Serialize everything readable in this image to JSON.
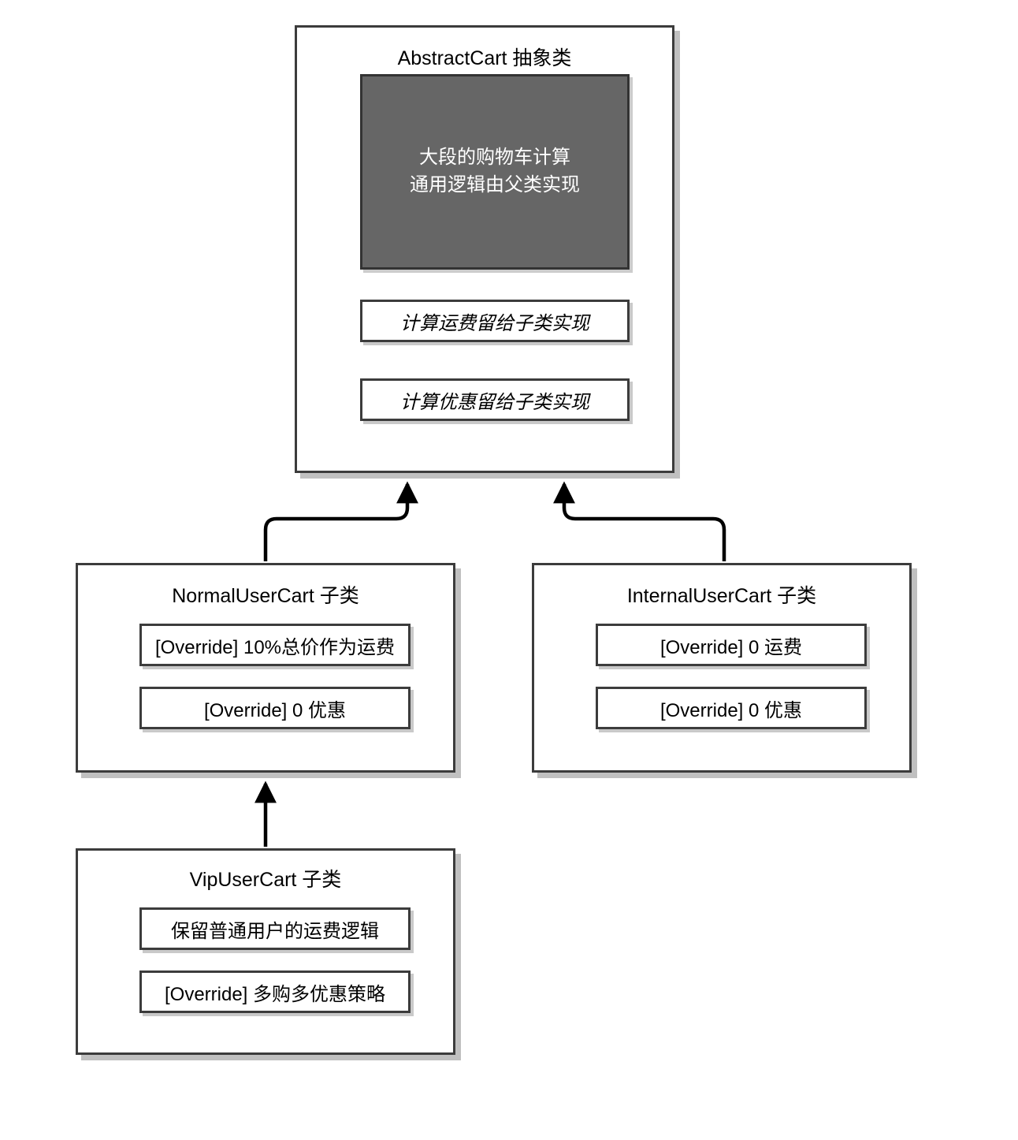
{
  "diagram": {
    "type": "uml-class-inheritance",
    "background_color": "#ffffff",
    "box_border_color": "#3c3c3c",
    "shadow_color": "#c0c0c0",
    "logic_block_fill": "#666666",
    "logic_block_text_color": "#ffffff"
  },
  "classes": {
    "abstract_cart": {
      "title": "AbstractCart 抽象类",
      "logic_block": {
        "line1": "大段的购物车计算",
        "line2": "通用逻辑由父类实现"
      },
      "members": [
        {
          "label": "计算运费留给子类实现",
          "style": "italic"
        },
        {
          "label": "计算优惠留给子类实现",
          "style": "italic"
        }
      ]
    },
    "normal_user_cart": {
      "title": "NormalUserCart 子类",
      "members": [
        {
          "label": "[Override] 10%总价作为运费",
          "style": "normal"
        },
        {
          "label": "[Override] 0 优惠",
          "style": "normal"
        }
      ]
    },
    "internal_user_cart": {
      "title": "InternalUserCart 子类",
      "members": [
        {
          "label": "[Override] 0 运费",
          "style": "normal"
        },
        {
          "label": "[Override] 0 优惠",
          "style": "normal"
        }
      ]
    },
    "vip_user_cart": {
      "title": "VipUserCart 子类",
      "members": [
        {
          "label": "保留普通用户的运费逻辑",
          "style": "normal"
        },
        {
          "label": "[Override] 多购多优惠策略",
          "style": "normal"
        }
      ]
    }
  },
  "edges": [
    {
      "name": "normal-extends-abstract",
      "from": "NormalUserCart",
      "to": "AbstractCart",
      "kind": "inheritance"
    },
    {
      "name": "internal-extends-abstract",
      "from": "InternalUserCart",
      "to": "AbstractCart",
      "kind": "inheritance"
    },
    {
      "name": "vip-extends-normal",
      "from": "VipUserCart",
      "to": "NormalUserCart",
      "kind": "inheritance"
    }
  ]
}
